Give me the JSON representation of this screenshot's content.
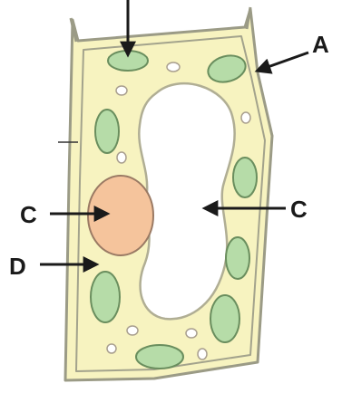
{
  "labels": {
    "a": "A",
    "c_left": "C",
    "c_right": "C",
    "d": "D"
  },
  "colors": {
    "cytoplasm": "#f7f3c0",
    "wall": "#9b9b86",
    "chloroplast_fill": "#b6dca8",
    "chloroplast_stroke": "#6a8e5e",
    "nucleus_fill": "#f5c49c",
    "nucleus_stroke": "#9a7a64",
    "vacuole_fill": "#ffffff",
    "arrow": "#1a1a1a"
  }
}
